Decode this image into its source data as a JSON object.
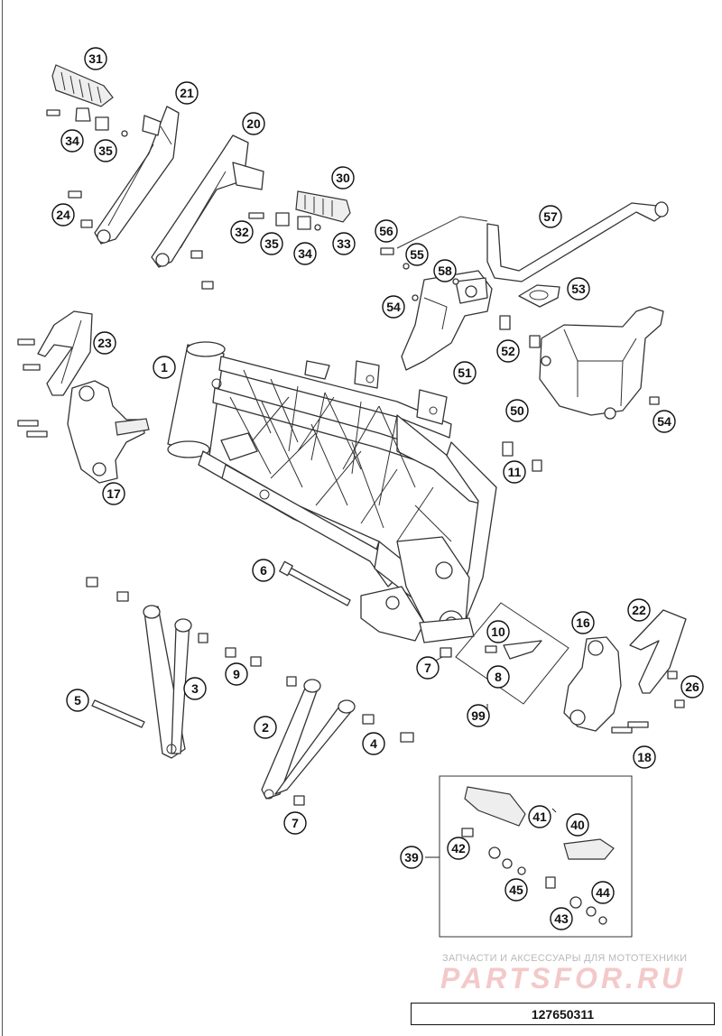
{
  "diagram": {
    "callouts": [
      "1",
      "2",
      "3",
      "4",
      "5",
      "6",
      "7",
      "7",
      "8",
      "9",
      "10",
      "11",
      "16",
      "17",
      "18",
      "20",
      "21",
      "22",
      "23",
      "24",
      "26",
      "30",
      "31",
      "32",
      "33",
      "34",
      "34",
      "35",
      "35",
      "39",
      "40",
      "41",
      "42",
      "43",
      "44",
      "45",
      "50",
      "51",
      "52",
      "53",
      "54",
      "54",
      "55",
      "56",
      "57",
      "58",
      "99"
    ],
    "document_number": "127650311"
  },
  "watermark": {
    "tagline": "ЗАПЧАСТИ И АКСЕССУАРЫ ДЛЯ МОТОТЕХНИКИ",
    "brand": "PARTSFOR.RU"
  }
}
